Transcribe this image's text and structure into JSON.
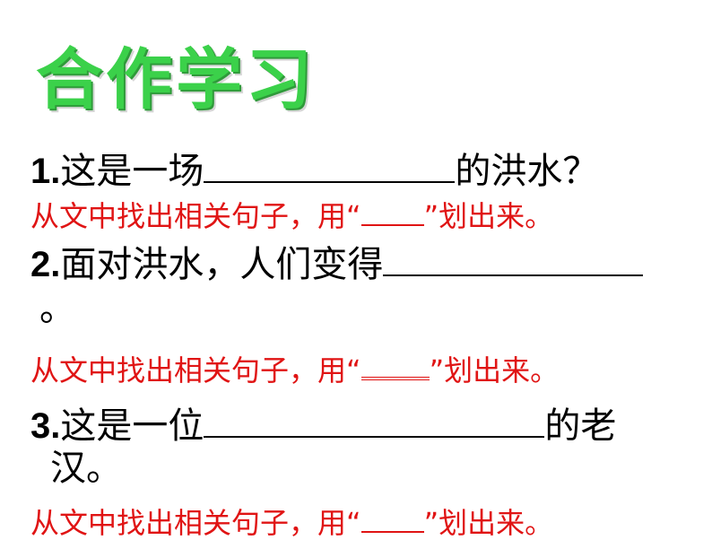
{
  "title": "合作学习",
  "questions": [
    {
      "number": "1.",
      "before": "这是一场",
      "after": "的洪水？",
      "continuation": "",
      "hint_before": "从文中找出相关句子，用“",
      "hint_after": "”划出来。"
    },
    {
      "number": "2.",
      "before": "面对洪水，人们变得",
      "after": "",
      "continuation": "。",
      "hint_before": "从文中找出相关句子，用“",
      "hint_after": "”划出来。"
    },
    {
      "number": "3.",
      "before": "这是一位",
      "after": "的老",
      "continuation": "汉。",
      "hint_before": "从文中找出相关句子，用“",
      "hint_after": "”划出来。"
    }
  ],
  "colors": {
    "title": "#3bd14a",
    "hint": "#e01414",
    "text": "#000000"
  }
}
